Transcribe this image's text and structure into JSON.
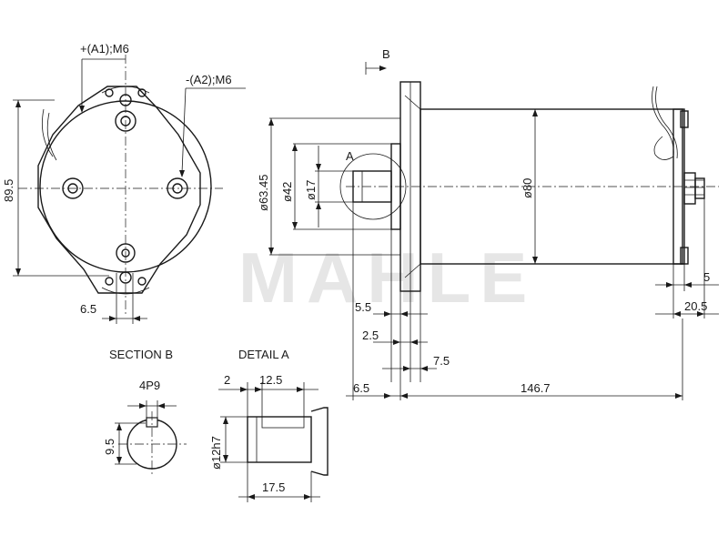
{
  "watermark": "MAHLE",
  "front_view": {
    "terminal_a1": "+(A1);M6",
    "terminal_a2": "-(A2);M6",
    "dim_height": "89.5",
    "dim_offset": "6.5"
  },
  "side_view": {
    "section_marker": "B",
    "detail_marker": "A",
    "dim_flange_dia": "ø63.45",
    "dim_pilot_dia": "ø42",
    "dim_shaft_dia": "ø17",
    "dim_body_dia": "ø80",
    "dim_5": "5",
    "dim_20_5": "20.5",
    "dim_5_5": "5.5",
    "dim_2_5": "2.5",
    "dim_7_5": "7.5",
    "dim_6_5": "6.5",
    "dim_146_7": "146.7"
  },
  "section_b": {
    "title": "SECTION B",
    "dim_key": "4P9",
    "dim_height": "9.5"
  },
  "detail_a": {
    "title": "DETAIL A",
    "dim_2": "2",
    "dim_12_5": "12.5",
    "dim_dia": "ø12h7",
    "dim_17_5": "17.5"
  }
}
